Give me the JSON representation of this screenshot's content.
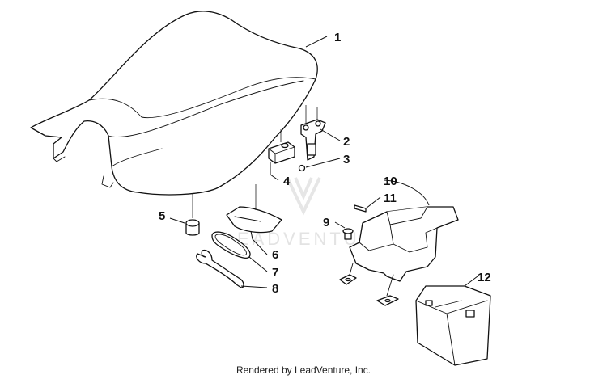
{
  "watermark": {
    "text": "LEADVENTURE"
  },
  "footer": {
    "text": "Rendered by LeadVenture, Inc."
  },
  "callouts": {
    "c1": "1",
    "c2": "2",
    "c3": "3",
    "c4": "4",
    "c5": "5",
    "c6": "6",
    "c7": "7",
    "c8": "8",
    "c9": "9",
    "c10": "10",
    "c11": "11",
    "c12": "12"
  }
}
